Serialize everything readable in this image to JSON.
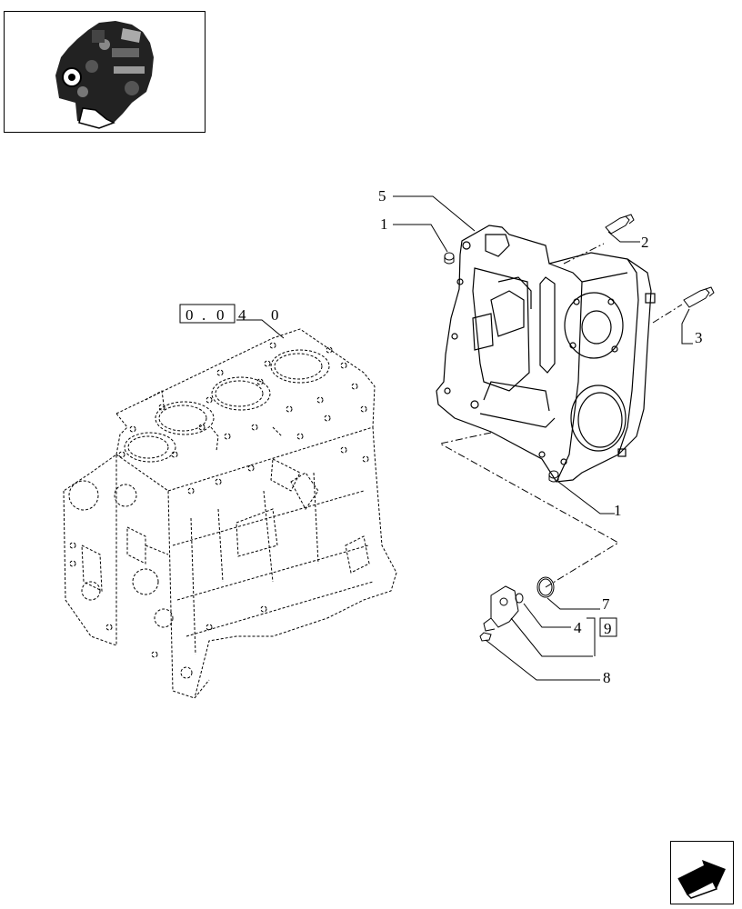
{
  "ref_box": {
    "chars": [
      "0",
      ".",
      "0",
      "4",
      "0"
    ]
  },
  "callouts": {
    "c5": "5",
    "c1_top": "1",
    "c2": "2",
    "c3": "3",
    "c1_bottom": "1",
    "c7": "7",
    "c4": "4",
    "c9": "9",
    "c8": "8"
  },
  "icons": {
    "thumbnail": "engine-thumbnail-icon",
    "navigation": "next-page-arrow-icon"
  }
}
